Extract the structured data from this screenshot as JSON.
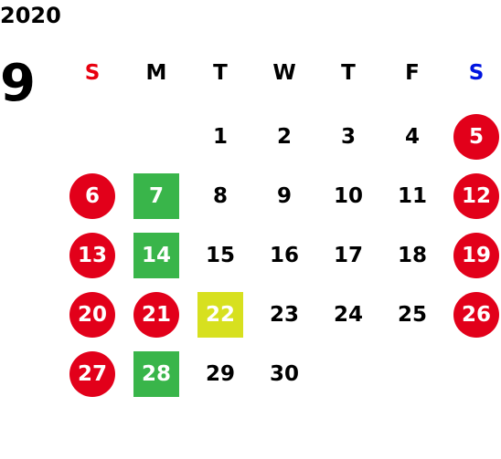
{
  "year": "2020",
  "month": "9",
  "weekdays": [
    {
      "label": "S",
      "color": "#e8000f"
    },
    {
      "label": "M",
      "color": "#000000"
    },
    {
      "label": "T",
      "color": "#000000"
    },
    {
      "label": "W",
      "color": "#000000"
    },
    {
      "label": "T",
      "color": "#000000"
    },
    {
      "label": "F",
      "color": "#000000"
    },
    {
      "label": "S",
      "color": "#0014e0"
    }
  ],
  "colors": {
    "holiday": "#e2001a",
    "highlight_green": "#39b54a",
    "highlight_yellow": "#d7e01f",
    "text_dark": "#000000",
    "text_light": "#ffffff"
  },
  "days": [
    {
      "label": "1",
      "week": 0,
      "weekday": 2,
      "style": "none"
    },
    {
      "label": "2",
      "week": 0,
      "weekday": 3,
      "style": "none"
    },
    {
      "label": "3",
      "week": 0,
      "weekday": 4,
      "style": "none"
    },
    {
      "label": "4",
      "week": 0,
      "weekday": 5,
      "style": "none"
    },
    {
      "label": "5",
      "week": 0,
      "weekday": 6,
      "style": "holiday"
    },
    {
      "label": "6",
      "week": 1,
      "weekday": 0,
      "style": "holiday"
    },
    {
      "label": "7",
      "week": 1,
      "weekday": 1,
      "style": "green"
    },
    {
      "label": "8",
      "week": 1,
      "weekday": 2,
      "style": "none"
    },
    {
      "label": "9",
      "week": 1,
      "weekday": 3,
      "style": "none"
    },
    {
      "label": "10",
      "week": 1,
      "weekday": 4,
      "style": "none"
    },
    {
      "label": "11",
      "week": 1,
      "weekday": 5,
      "style": "none"
    },
    {
      "label": "12",
      "week": 1,
      "weekday": 6,
      "style": "holiday"
    },
    {
      "label": "13",
      "week": 2,
      "weekday": 0,
      "style": "holiday"
    },
    {
      "label": "14",
      "week": 2,
      "weekday": 1,
      "style": "green"
    },
    {
      "label": "15",
      "week": 2,
      "weekday": 2,
      "style": "none"
    },
    {
      "label": "16",
      "week": 2,
      "weekday": 3,
      "style": "none"
    },
    {
      "label": "17",
      "week": 2,
      "weekday": 4,
      "style": "none"
    },
    {
      "label": "18",
      "week": 2,
      "weekday": 5,
      "style": "none"
    },
    {
      "label": "19",
      "week": 2,
      "weekday": 6,
      "style": "holiday"
    },
    {
      "label": "20",
      "week": 3,
      "weekday": 0,
      "style": "holiday"
    },
    {
      "label": "21",
      "week": 3,
      "weekday": 1,
      "style": "holiday"
    },
    {
      "label": "22",
      "week": 3,
      "weekday": 2,
      "style": "yellow"
    },
    {
      "label": "23",
      "week": 3,
      "weekday": 3,
      "style": "none"
    },
    {
      "label": "24",
      "week": 3,
      "weekday": 4,
      "style": "none"
    },
    {
      "label": "25",
      "week": 3,
      "weekday": 5,
      "style": "none"
    },
    {
      "label": "26",
      "week": 3,
      "weekday": 6,
      "style": "holiday"
    },
    {
      "label": "27",
      "week": 4,
      "weekday": 0,
      "style": "holiday"
    },
    {
      "label": "28",
      "week": 4,
      "weekday": 1,
      "style": "green"
    },
    {
      "label": "29",
      "week": 4,
      "weekday": 2,
      "style": "none"
    },
    {
      "label": "30",
      "week": 4,
      "weekday": 3,
      "style": "none"
    }
  ]
}
